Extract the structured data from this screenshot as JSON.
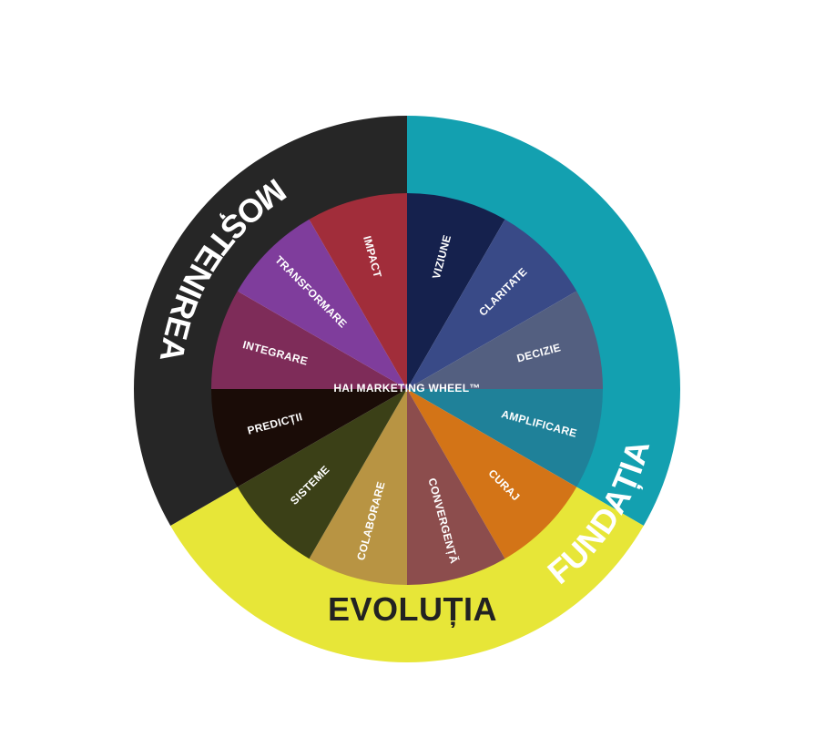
{
  "wheel": {
    "center_label": "HAI MARKETING WHEEL™",
    "rings": [
      {
        "label": "FUNDAȚIA",
        "color": "#13a0b0",
        "text_color": "#ffffff"
      },
      {
        "label": "EVOLUȚIA",
        "color": "#e7e638",
        "text_color": "#222222"
      },
      {
        "label": "MOȘTENIREA",
        "color": "#262626",
        "text_color": "#ffffff"
      }
    ],
    "segments": [
      {
        "label": "VIZIUNE",
        "color": "#15214d"
      },
      {
        "label": "CLARITATE",
        "color": "#394a87"
      },
      {
        "label": "DECIZIE",
        "color": "#535f80"
      },
      {
        "label": "AMPLIFICARE",
        "color": "#1f8199"
      },
      {
        "label": "CURAJ",
        "color": "#d37417"
      },
      {
        "label": "CONVERGENȚĂ",
        "color": "#8c4d4d"
      },
      {
        "label": "COLABORARE",
        "color": "#b89443"
      },
      {
        "label": "SISTEME",
        "color": "#3b4017"
      },
      {
        "label": "PREDICȚII",
        "color": "#1a0c07"
      },
      {
        "label": "INTEGRARE",
        "color": "#7e2c59"
      },
      {
        "label": "TRANSFORMARE",
        "color": "#7f3d9c"
      },
      {
        "label": "IMPACT",
        "color": "#a12d3a"
      }
    ]
  }
}
